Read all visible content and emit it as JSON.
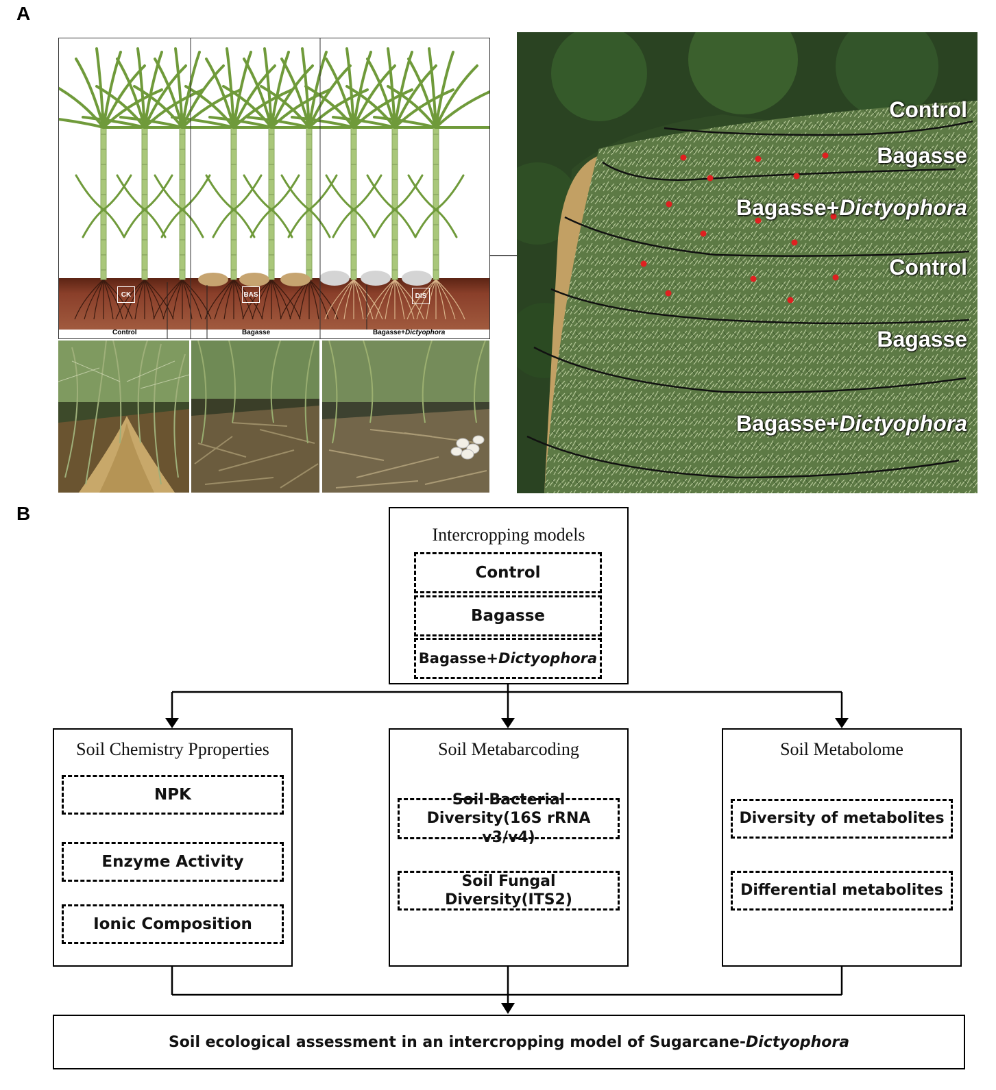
{
  "panel_labels": {
    "a": "A",
    "b": "B"
  },
  "panel_a": {
    "soil_tags": [
      "CK",
      "BAS",
      "DIS"
    ],
    "section_labels": {
      "control": "Control",
      "bagasse": "Bagasse",
      "bagasse_dictyophora_prefix": "Bagasse+",
      "bagasse_dictyophora_italic": "Dictyophora"
    },
    "aerial_labels": [
      {
        "text": "Control",
        "italic": ""
      },
      {
        "text": "Bagasse",
        "italic": ""
      },
      {
        "text": "Bagasse+",
        "italic": "Dictyophora"
      },
      {
        "text": "Control",
        "italic": ""
      },
      {
        "text": "Bagasse",
        "italic": ""
      },
      {
        "text": "Bagasse+",
        "italic": "Dictyophora"
      }
    ],
    "colors": {
      "leaf": "#6f9a3a",
      "stalk": "#a9c77a",
      "soil": "#8a3f2a",
      "field": "#4f6e3a",
      "sample_dot": "#e02020"
    }
  },
  "panel_b": {
    "top": {
      "title": "Intercropping models",
      "items": [
        "Control",
        "Bagasse"
      ],
      "item3_prefix": "Bagasse+",
      "item3_italic": "Dictyophora"
    },
    "left": {
      "title": "Soil Chemistry Pproperties",
      "items": [
        "NPK",
        "Enzyme Activity",
        "Ionic Composition"
      ]
    },
    "middle": {
      "title": "Soil Metabarcoding",
      "items": [
        "Soil Bacterial Diversity(16S rRNA v3/v4)",
        "Soil Fungal Diversity(ITS2)"
      ]
    },
    "right": {
      "title": "Soil Metabolome",
      "items": [
        "Diversity of metabolites",
        "Differential metabolites"
      ]
    },
    "final": {
      "prefix": "Soil ecological assessment in an intercropping model of Sugarcane-",
      "italic": "Dictyophora"
    }
  }
}
